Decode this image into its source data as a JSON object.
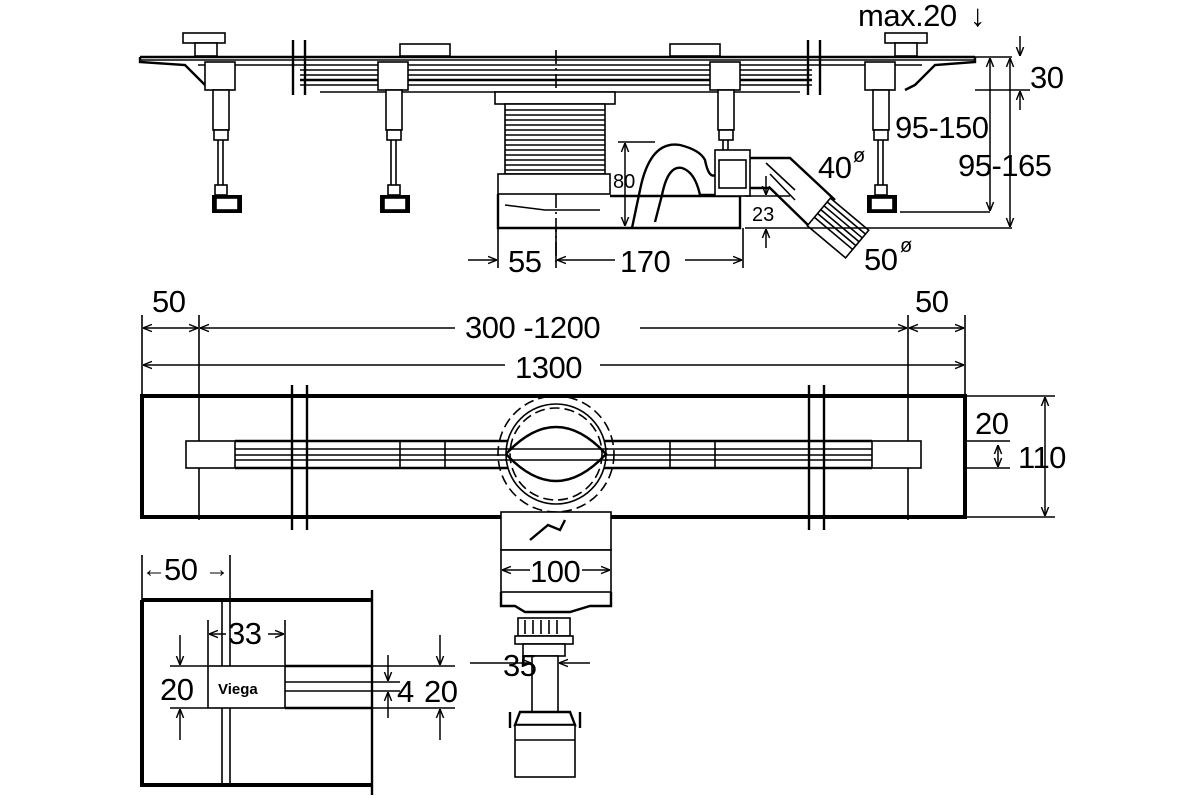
{
  "brand": "Viega",
  "labels": {
    "max_20": "max.20",
    "dim_30": "30",
    "dim_95_150": "95-150",
    "dim_95_165": "95-165",
    "dim_80": "80",
    "dim_40": "40",
    "dim_23": "23",
    "dim_50_pipe": "50",
    "dim_55": "55",
    "dim_170": "170",
    "dim_50_left": "50",
    "dim_300_1200": "300 -1200",
    "dim_50_right": "50",
    "dim_1300": "1300",
    "dim_20_right": "20",
    "dim_110": "110",
    "dim_100": "100",
    "dim_35": "35",
    "dim_50_detail": "50",
    "dim_33": "33",
    "dim_20_detail_left": "20",
    "dim_4": "4",
    "dim_20_detail_right": "20"
  },
  "symbols": {
    "diameter": "ø",
    "arrow_down": "↓"
  }
}
